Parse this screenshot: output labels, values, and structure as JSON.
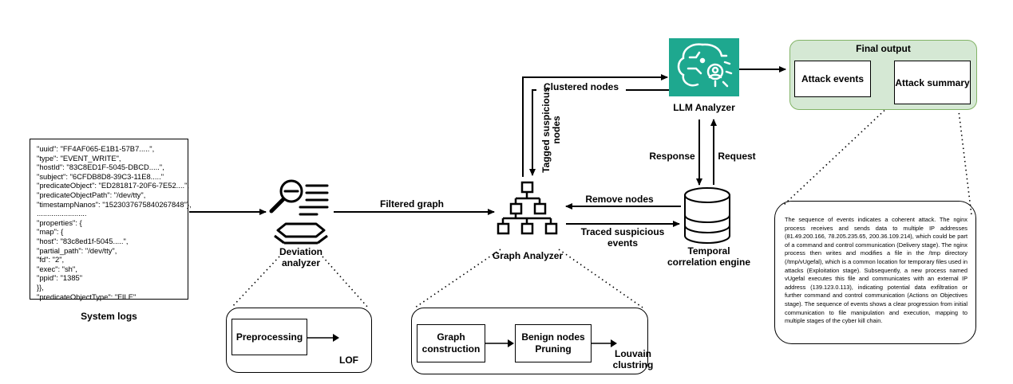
{
  "system_logs": {
    "lines": [
      "\"uuid\": \"FF4AF065-E1B1-57B7.....\",",
      "\"type\": \"EVENT_WRITE\",",
      "\"hostId\": \"83C8ED1F-5045-DBCD.....\",",
      "\"subject\": \"6CFDB8D8-39C3-11E8.....\"",
      "\"predicateObject\": \"ED281817-20F6-7E52....\",",
      "\"predicateObjectPath\":  \"/dev/tty\",",
      "\"timestampNanos\": \"1523037675840267848\"},",
      "........................",
      "\"properties\": {",
      "\"map\": {",
      "\"host\": \"83c8ed1f-5045.....\",",
      "\"partial_path\": \"/dev/tty\",",
      "\"fd\": \"2\",",
      "\"exec\": \"sh\",",
      "\"ppid\": \"1385\"",
      "}},",
      "\"predicateObjectType\": \"FILE\""
    ],
    "caption": "System logs"
  },
  "deviation_analyzer": {
    "label_line1": "Deviation",
    "label_line2": "analyzer",
    "preprocessing": "Preprocessing",
    "lof": "LOF"
  },
  "graph_analyzer": {
    "label": "Graph Analyzer",
    "graph_construction_line1": "Graph",
    "graph_construction_line2": "construction",
    "benign_line1": "Benign nodes",
    "benign_line2": "Pruning",
    "louvain_line1": "Louvain",
    "louvain_line2": "clustring"
  },
  "llm_analyzer": {
    "label": "LLM Analyzer",
    "icon_color": "#1ea88f"
  },
  "temporal_engine": {
    "label_line1": "Temporal",
    "label_line2": "correlation engine"
  },
  "final_output": {
    "title": "Final output",
    "attack_events": "Attack events",
    "attack_summary": "Attack summary",
    "panel_color": "#d5e8d4"
  },
  "edges": {
    "filtered_graph": "Filtered graph",
    "clustered_nodes": "Clustered nodes",
    "tagged_line1": "Tagged suspicious",
    "tagged_line2": "nodes",
    "response": "Response",
    "request": "Request",
    "remove_nodes": "Remove nodes",
    "traced_line1": "Traced suspicious",
    "traced_line2": "events"
  },
  "summary_text": "The sequence of events indicates a coherent attack. The nginx process receives and sends data to multiple IP addresses (81.49.200.166, 78.205.235.65, 200.36.109.214), which could be part of a command and control communication (Delivery stage). The nginx process then writes and modifies a file in the /tmp directory (/tmp/vUgefal), which is a common location for temporary files used in attacks (Exploitation stage). Subsequently, a new process named vUgefal executes this file and communicates with an external IP address (139.123.0.113), indicating potential data exfiltration or further command and control communication (Actions on Objectives stage). The sequence of events shows a clear progression from initial communication to file manipulation and execution, mapping to multiple stages of the cyber kill chain."
}
